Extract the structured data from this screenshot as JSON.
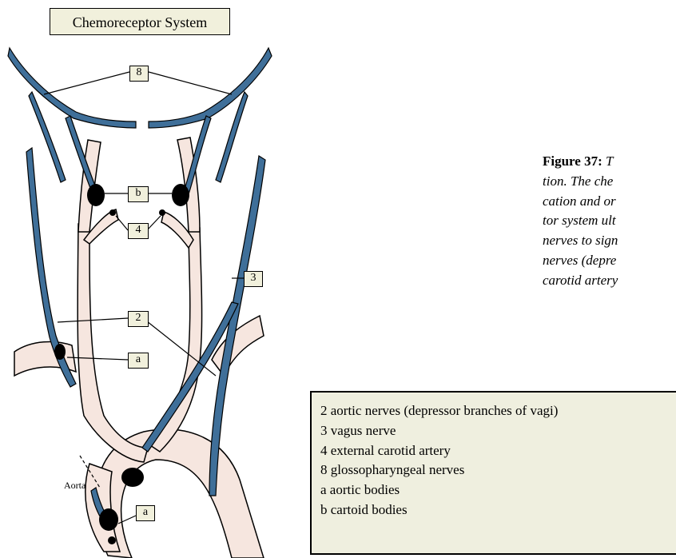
{
  "title": "Chemoreceptor System",
  "labels": {
    "eight": "8",
    "b": "b",
    "four": "4",
    "three": "3",
    "two": "2",
    "a_upper": "a",
    "a_lower": "a",
    "aorta": "Aorta"
  },
  "caption": {
    "fig_label": "Figure 37:",
    "line1_rest": "T",
    "lines": [
      "tion.  The che",
      "cation and or",
      "tor system ult",
      "nerves to sign",
      "nerves (depre",
      "carotid artery"
    ]
  },
  "legend": [
    "2 aortic nerves (depressor branches of vagi)",
    "3 vagus nerve",
    "4 external carotid artery",
    "8 glossopharyngeal nerves",
    "a aortic bodies",
    "b cartoid bodies"
  ],
  "colors": {
    "nerve": "#3f6f99",
    "artery": "#f6e6df",
    "label_bg": "#f1f0dc",
    "legend_bg": "#efefdf"
  }
}
